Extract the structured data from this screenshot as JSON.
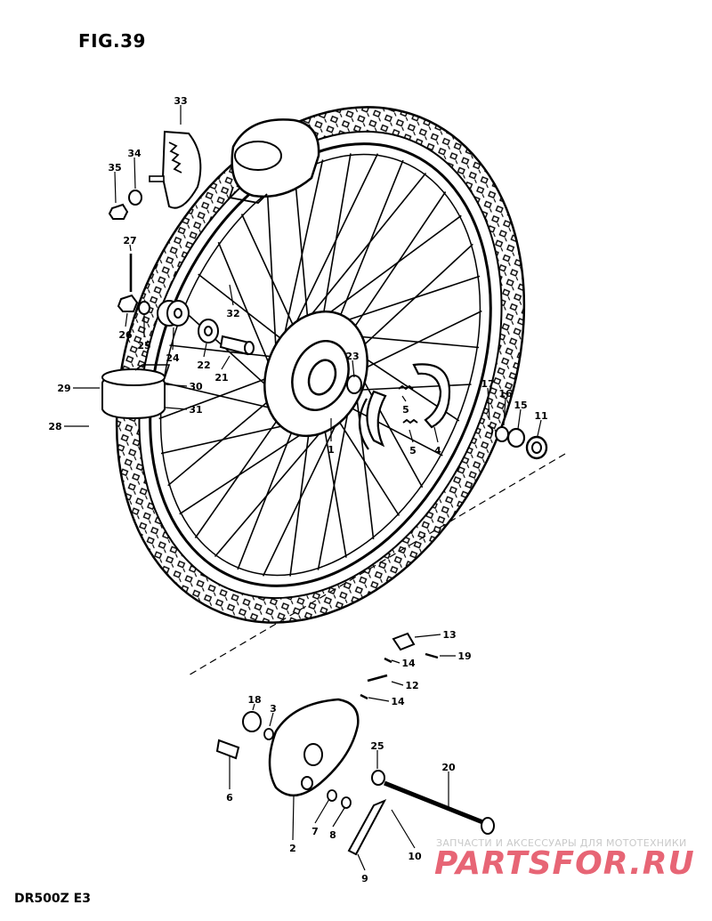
{
  "figure": {
    "title": "FIG.39",
    "model_code": "DR500Z E3"
  },
  "watermark": {
    "tagline": "ЗАПЧАСТИ И АКСЕССУАРЫ ДЛЯ МОТОТЕХНИКИ",
    "logo": "PARTSFOR.RU",
    "color": "#e34b5e"
  },
  "callouts": [
    {
      "id": "c33",
      "label": "33"
    },
    {
      "id": "c34",
      "label": "34"
    },
    {
      "id": "c35",
      "label": "35"
    },
    {
      "id": "c27",
      "label": "27"
    },
    {
      "id": "c32",
      "label": "32"
    },
    {
      "id": "c26",
      "label": "26"
    },
    {
      "id": "c25a",
      "label": "25"
    },
    {
      "id": "c24",
      "label": "24"
    },
    {
      "id": "c22",
      "label": "22"
    },
    {
      "id": "c21",
      "label": "21"
    },
    {
      "id": "c23",
      "label": "23"
    },
    {
      "id": "c29",
      "label": "29"
    },
    {
      "id": "c30",
      "label": "30"
    },
    {
      "id": "c31",
      "label": "31"
    },
    {
      "id": "c28",
      "label": "28"
    },
    {
      "id": "c1",
      "label": "1"
    },
    {
      "id": "c4",
      "label": "4"
    },
    {
      "id": "c5a",
      "label": "5"
    },
    {
      "id": "c5b",
      "label": "5"
    },
    {
      "id": "c17",
      "label": "17"
    },
    {
      "id": "c16",
      "label": "16"
    },
    {
      "id": "c15",
      "label": "15"
    },
    {
      "id": "c11",
      "label": "11"
    },
    {
      "id": "c13",
      "label": "13"
    },
    {
      "id": "c19",
      "label": "19"
    },
    {
      "id": "c14a",
      "label": "14"
    },
    {
      "id": "c12",
      "label": "12"
    },
    {
      "id": "c14b",
      "label": "14"
    },
    {
      "id": "c18",
      "label": "18"
    },
    {
      "id": "c3",
      "label": "3"
    },
    {
      "id": "c6",
      "label": "6"
    },
    {
      "id": "c25b",
      "label": "25"
    },
    {
      "id": "c20",
      "label": "20"
    },
    {
      "id": "c7",
      "label": "7"
    },
    {
      "id": "c8",
      "label": "8"
    },
    {
      "id": "c2",
      "label": "2"
    },
    {
      "id": "c10",
      "label": "10"
    },
    {
      "id": "c9",
      "label": "9"
    }
  ]
}
